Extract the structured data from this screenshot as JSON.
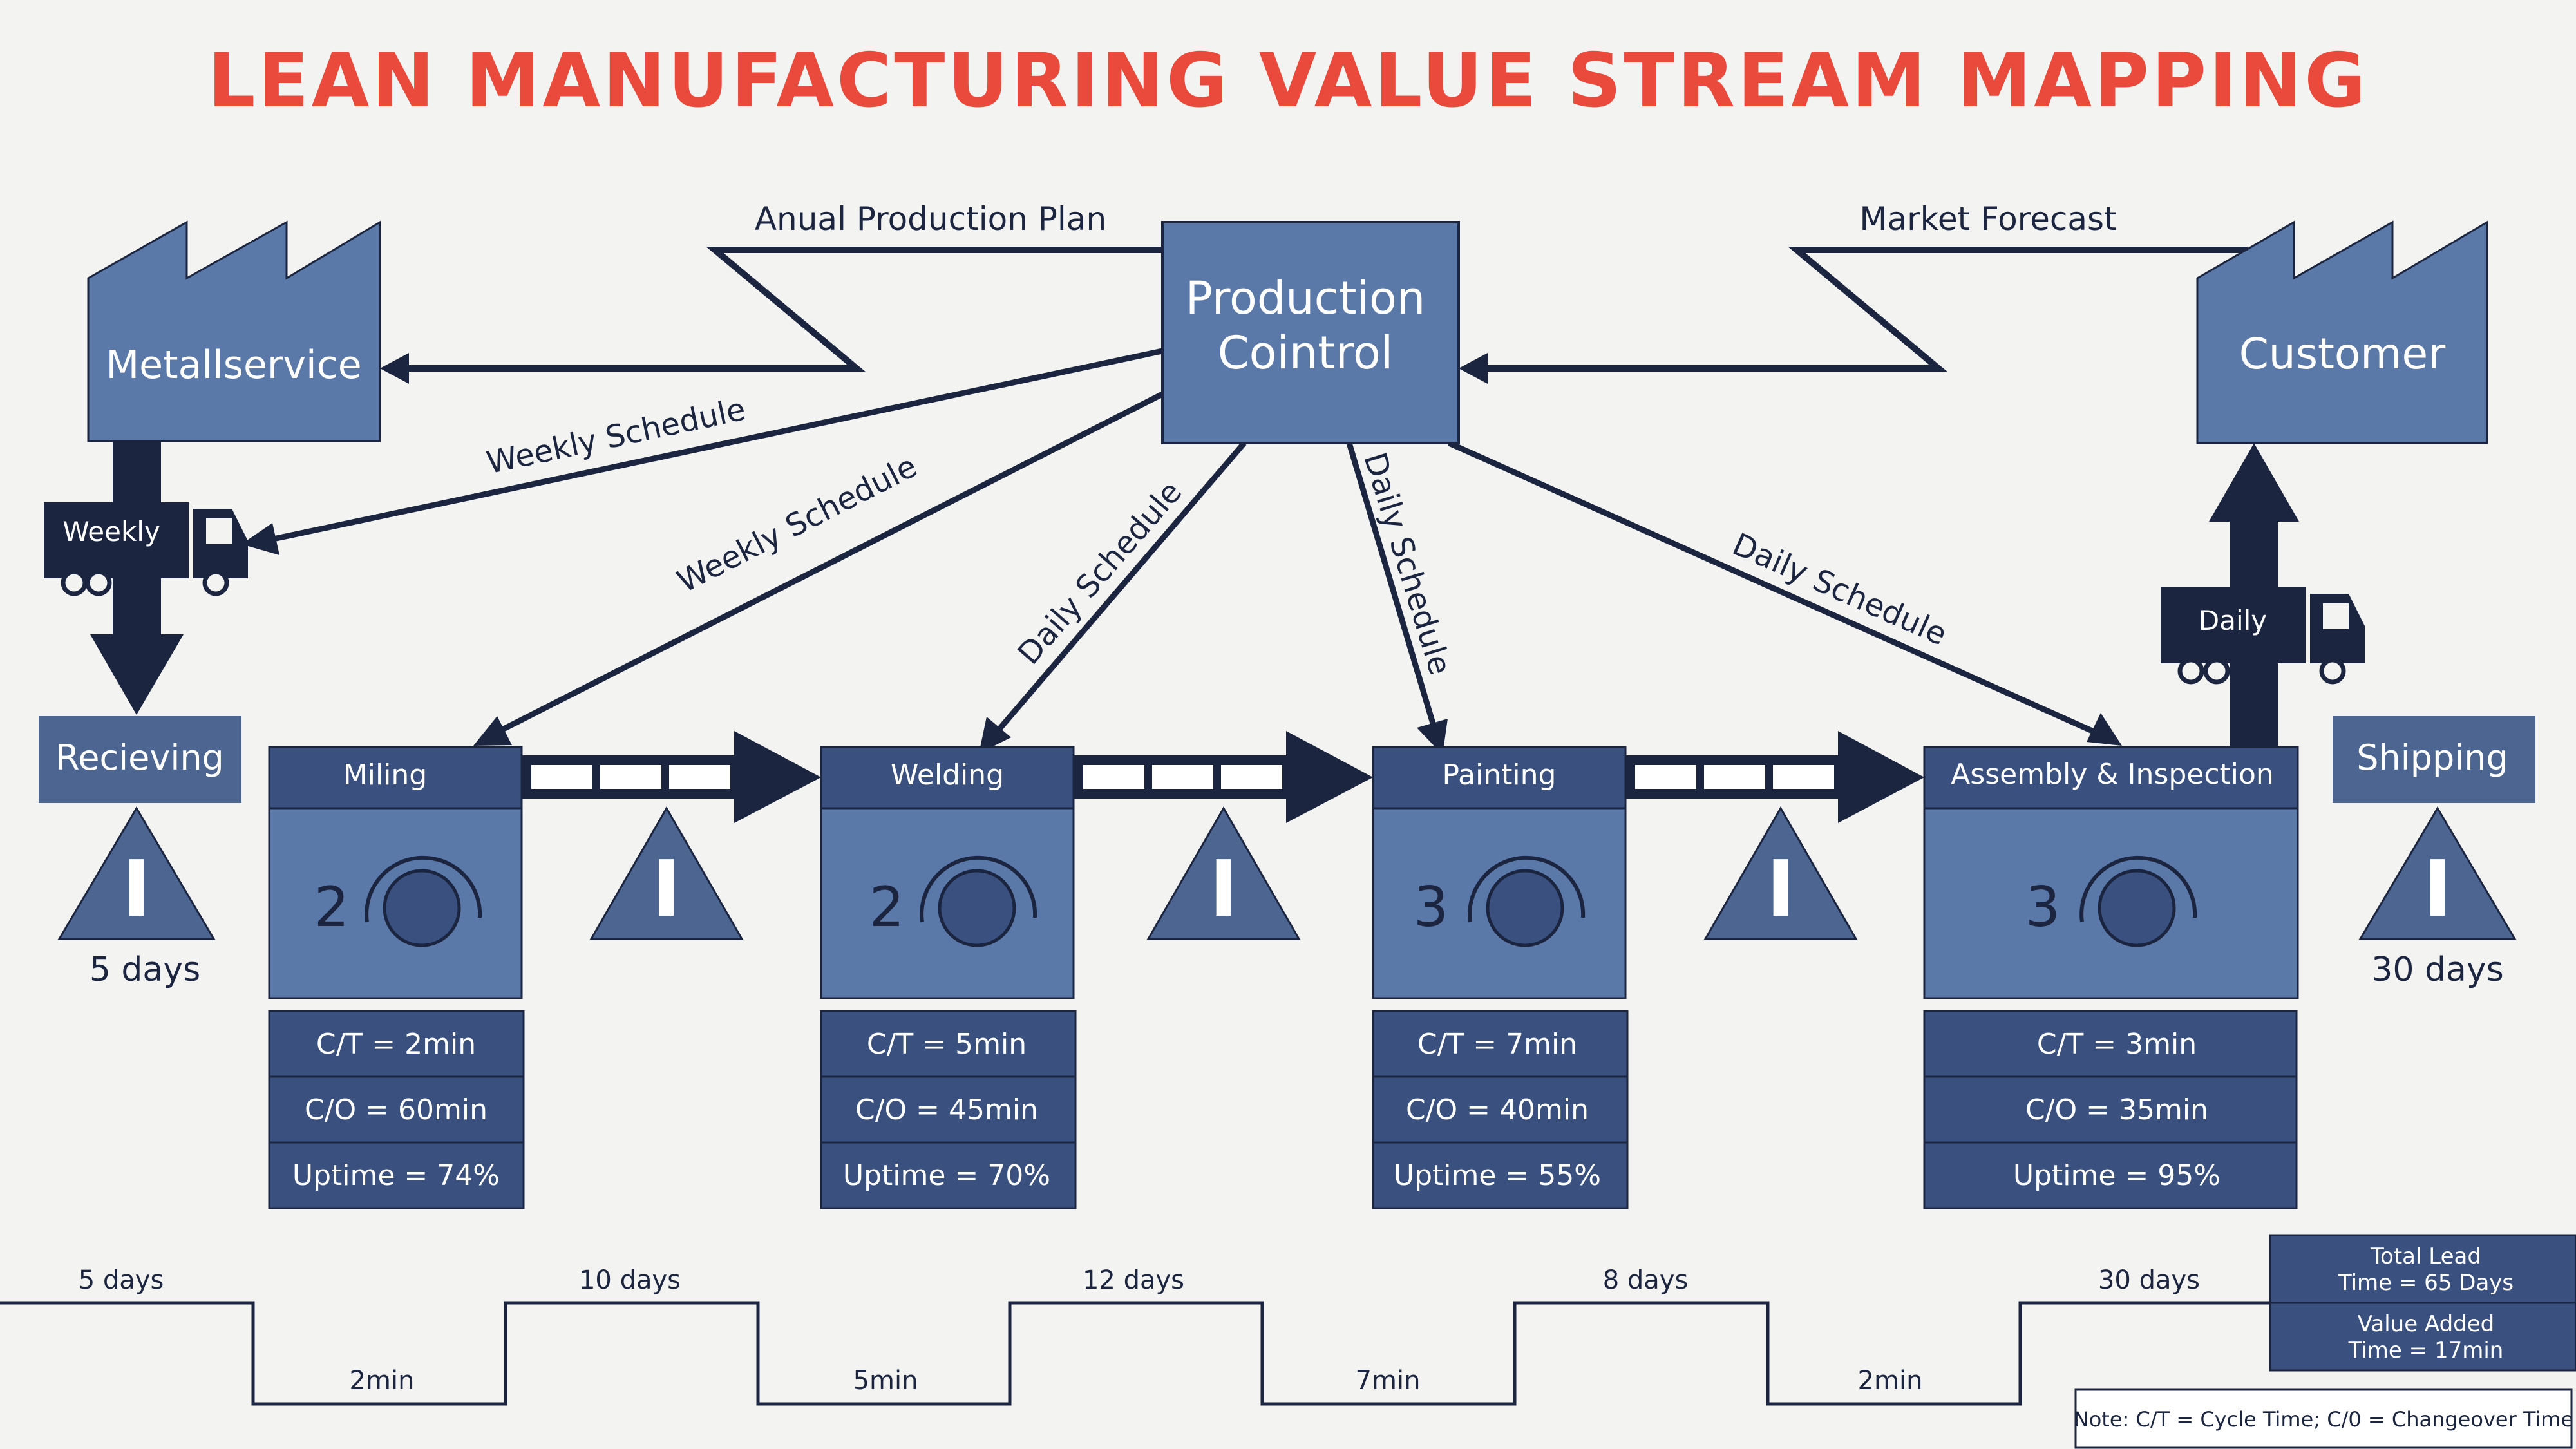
{
  "title": "LEAN MANUFACTURING VALUE STREAM MAPPING",
  "colors": {
    "title": "#e94a3c",
    "box_light": "#5b79a8",
    "box_mid": "#4c6591",
    "box_dark": "#3a5180",
    "navy": "#1b2540",
    "background": "#f3f3f1"
  },
  "info_flow": {
    "annual_plan": "Anual Production Plan",
    "market_forecast": "Market Forecast",
    "production_control": [
      "Production",
      "Cointrol"
    ],
    "schedules": {
      "to_supplier": "Weekly Schedule",
      "to_miling": "Weekly Schedule",
      "to_welding": "Daily Schedule",
      "to_painting": "Daily Schedule",
      "to_assembly": "Daily Schedule"
    }
  },
  "supplier": {
    "name": "Metallservice",
    "truck_label": "Weekly"
  },
  "customer": {
    "name": "Customer",
    "truck_label": "Daily"
  },
  "receiving": {
    "label": "Recieving",
    "inventory_symbol": "I",
    "inventory": "5  days"
  },
  "shipping": {
    "label": "Shipping",
    "inventory_symbol": "I",
    "inventory": "30 days"
  },
  "processes": [
    {
      "name": "Miling",
      "operators": "2",
      "ct": "C/T = 2min",
      "co": "C/O = 60min",
      "uptime": "Uptime = 74%"
    },
    {
      "name": "Welding",
      "operators": "2",
      "ct": "C/T = 5min",
      "co": "C/O = 45min",
      "uptime": "Uptime = 70%"
    },
    {
      "name": "Painting",
      "operators": "3",
      "ct": "C/T = 7min",
      "co": "C/O = 40min",
      "uptime": "Uptime = 55%"
    },
    {
      "name": "Assembly & Inspection",
      "operators": "3",
      "ct": "C/T = 3min",
      "co": "C/O = 35min",
      "uptime": "Uptime = 95%"
    }
  ],
  "inventory_symbol": "I",
  "timeline": {
    "wait_times": [
      "5 days",
      "10 days",
      "12 days",
      "8 days",
      "30 days"
    ],
    "process_times": [
      "2min",
      "5min",
      "7min",
      "2min"
    ],
    "total_lead_time": [
      "Total Lead",
      "Time = 65 Days"
    ],
    "value_added_time": [
      "Value Added",
      "Time = 17min"
    ]
  },
  "note": "Note: C/T = Cycle Time; C/0 = Changeover Time"
}
